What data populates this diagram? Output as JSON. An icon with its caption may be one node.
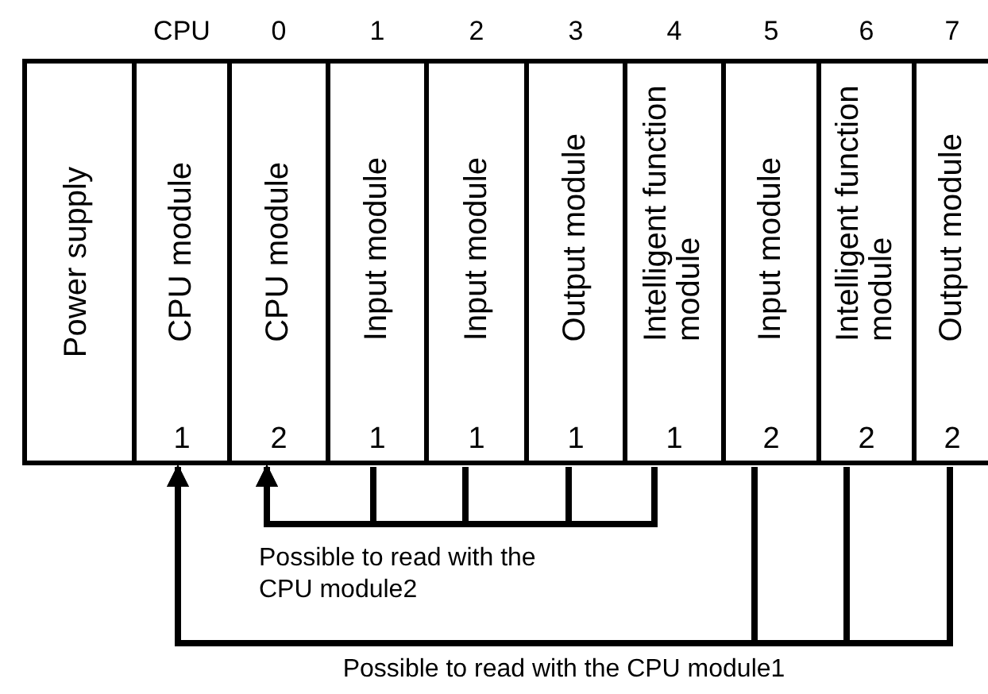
{
  "diagram": {
    "nodes": [
      {
        "text": [
          "Power supply"
        ]
      },
      {
        "text": [
          "CPU module",
          "1"
        ],
        "beside": [
          "CPU"
        ]
      },
      {
        "text": [
          "CPU module",
          "2"
        ],
        "beside": [
          "0"
        ]
      },
      {
        "text": [
          "Input module",
          "1"
        ],
        "beside": [
          "1"
        ]
      },
      {
        "text": [
          "Input module",
          "1"
        ],
        "beside": [
          "2"
        ]
      },
      {
        "text": [
          "Output module",
          "1"
        ],
        "beside": [
          "3"
        ]
      },
      {
        "text": [
          "Intelligent function module",
          "1"
        ],
        "beside": [
          "4"
        ]
      },
      {
        "text": [
          "Input module",
          "2"
        ],
        "beside": [
          "5"
        ]
      },
      {
        "text": [
          "Intelligent function module",
          "2"
        ],
        "beside": [
          "6"
        ]
      },
      {
        "text": [
          "Output module",
          "2"
        ],
        "beside": [
          "7"
        ]
      }
    ],
    "edges": [
      {
        "from": 3,
        "to": 2,
        "arrow": "to"
      },
      {
        "from": 4,
        "to": 2,
        "arrow": "to"
      },
      {
        "from": 5,
        "to": 2,
        "arrow": "to"
      },
      {
        "from": 6,
        "to": 2,
        "arrow": "to"
      },
      {
        "from": 7,
        "to": 1,
        "arrow": "to"
      },
      {
        "from": 8,
        "to": 1,
        "arrow": "to"
      },
      {
        "from": 9,
        "to": 1,
        "arrow": "to"
      }
    ],
    "labels": [
      "Possible to read with the CPU module2",
      "Possible to read with the CPU module1"
    ]
  }
}
